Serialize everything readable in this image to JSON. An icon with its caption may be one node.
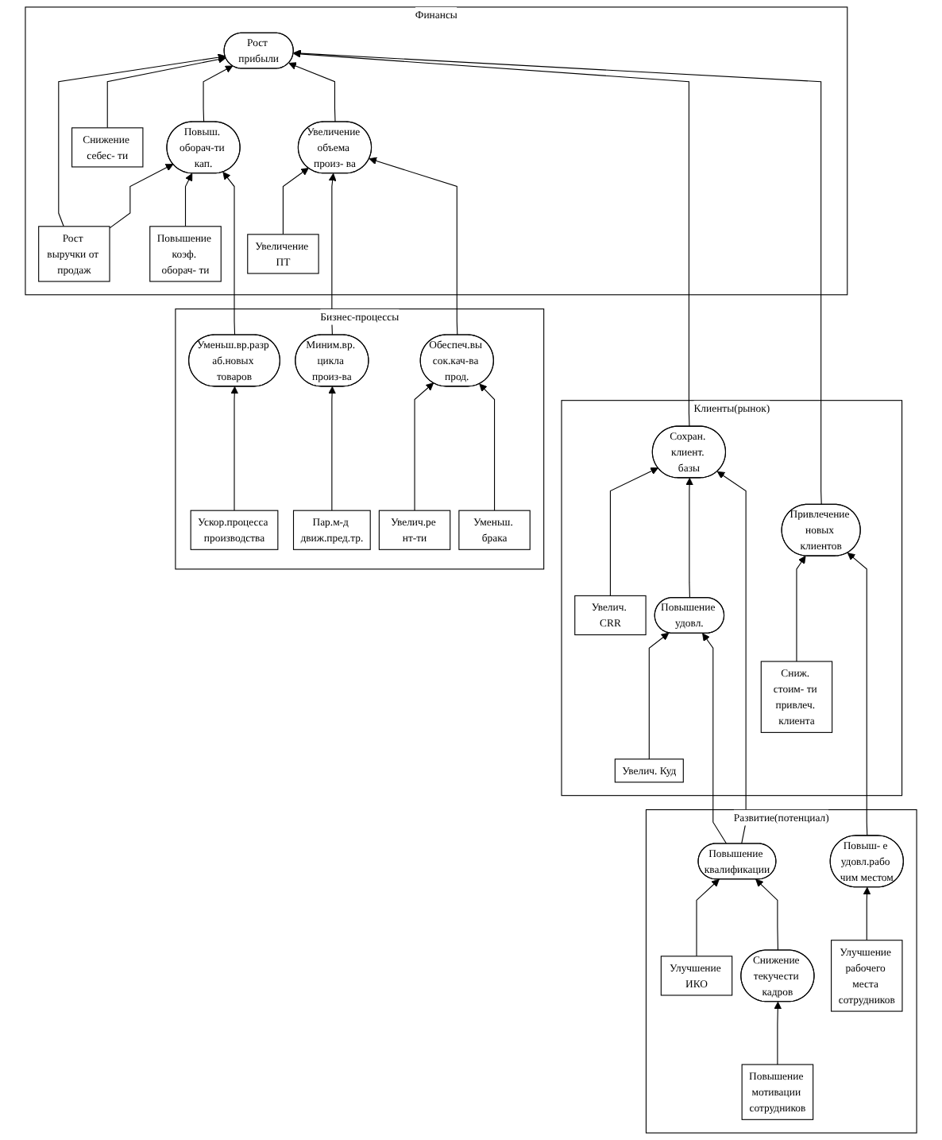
{
  "diagram": {
    "nodes": [
      {
        "text": [
          "Финансы"
        ]
      },
      {
        "text": [
          "Рост выручки от продаж"
        ],
        "in": 0
      },
      {
        "text": [
          "Рост прибыли"
        ],
        "in": 0
      },
      {
        "text": [
          "Снижение себес- ти"
        ],
        "in": 0
      },
      {
        "text": [
          "Повыш. оборач-ти кап."
        ],
        "in": 0
      },
      {
        "text": [
          "Увеличение объема произ- ва"
        ],
        "in": 0
      },
      {
        "text": [
          "Повышение коэф. оборач- ти"
        ],
        "in": 0
      },
      {
        "text": [
          "Увеличение ПТ"
        ],
        "in": 0
      },
      {
        "text": [
          "Бизнес-процессы"
        ]
      },
      {
        "text": [
          "Уменьш.вр.разр аб.новых товаров"
        ],
        "in": 8
      },
      {
        "text": [
          "Обеспеч.вы сок.кач-ва прод."
        ],
        "in": 8
      },
      {
        "text": [
          "Увелич.ре нт-ти"
        ],
        "in": 8
      },
      {
        "text": [
          "Уменьш. брака"
        ],
        "in": 8
      },
      {
        "text": [
          "Миним.вр. цикла произ-ва"
        ],
        "in": 8
      },
      {
        "text": [
          "Ускор.процесса производства"
        ],
        "in": 8
      },
      {
        "text": [
          "Пар.м-д движ.пред.тр."
        ],
        "in": 8
      },
      {
        "text": [
          "Клиенты(рынок)"
        ]
      },
      {
        "text": [
          "Увелич. CRR"
        ],
        "in": 16
      },
      {
        "text": [
          "Сохран. клиент. базы"
        ],
        "in": 16
      },
      {
        "text": [
          "Привлечение новых клиентов"
        ],
        "in": 16
      },
      {
        "text": [
          "Сниж. стоим- ти привлеч. клиента"
        ],
        "in": 16
      },
      {
        "text": [
          "Увелич. Куд"
        ],
        "in": 16
      },
      {
        "text": [
          "Повышение удовл."
        ],
        "in": 16
      },
      {
        "text": [
          "Развитие(потенциал)"
        ]
      },
      {
        "text": [
          "Повыш- е удовл.рабо чим местом"
        ],
        "in": 23
      },
      {
        "text": [
          "Улучшение рабочего места сотрудников"
        ],
        "in": 23
      },
      {
        "text": [
          "Повышение квалификации"
        ],
        "in": 23
      },
      {
        "text": [
          "Улучшение ИКО"
        ],
        "in": 23
      },
      {
        "text": [
          "Снижение текучести кадров"
        ],
        "in": 23
      },
      {
        "text": [
          "Повышение мотивации сотрудников"
        ],
        "in": 23
      }
    ],
    "edges": [
      {
        "from": 1,
        "to": 2,
        "arrow": "to"
      },
      {
        "from": 1,
        "to": 4,
        "arrow": "to"
      },
      {
        "from": 3,
        "to": 2,
        "arrow": "to"
      },
      {
        "from": 4,
        "to": 2,
        "arrow": "to"
      },
      {
        "from": 5,
        "to": 2,
        "arrow": "to"
      },
      {
        "from": 6,
        "to": 4,
        "arrow": "to"
      },
      {
        "from": 7,
        "to": 5,
        "arrow": "to"
      },
      {
        "from": 9,
        "to": 4,
        "arrow": "to"
      },
      {
        "from": 18,
        "to": 2,
        "arrow": "to"
      },
      {
        "from": 19,
        "to": 2,
        "arrow": "to"
      },
      {
        "from": 13,
        "to": 5,
        "arrow": "to"
      },
      {
        "from": 10,
        "to": 5,
        "arrow": "to"
      },
      {
        "from": 11,
        "to": 10,
        "arrow": "to"
      },
      {
        "from": 12,
        "to": 10,
        "arrow": "to"
      },
      {
        "from": 14,
        "to": 9,
        "arrow": "to"
      },
      {
        "from": 15,
        "to": 13,
        "arrow": "to"
      },
      {
        "from": 17,
        "to": 18,
        "arrow": "to"
      },
      {
        "from": 21,
        "to": 22,
        "arrow": "to"
      },
      {
        "from": 22,
        "to": 18,
        "arrow": "to"
      },
      {
        "from": 20,
        "to": 19,
        "arrow": "to"
      },
      {
        "from": 24,
        "to": 19,
        "arrow": "to"
      },
      {
        "from": 26,
        "to": 22,
        "arrow": "to"
      },
      {
        "from": 26,
        "to": 18,
        "arrow": "to"
      },
      {
        "from": 25,
        "to": 24,
        "arrow": "to"
      },
      {
        "from": 27,
        "to": 26,
        "arrow": "to"
      },
      {
        "from": 28,
        "to": 26,
        "arrow": "to"
      },
      {
        "from": 29,
        "to": 28,
        "arrow": "to"
      }
    ]
  }
}
